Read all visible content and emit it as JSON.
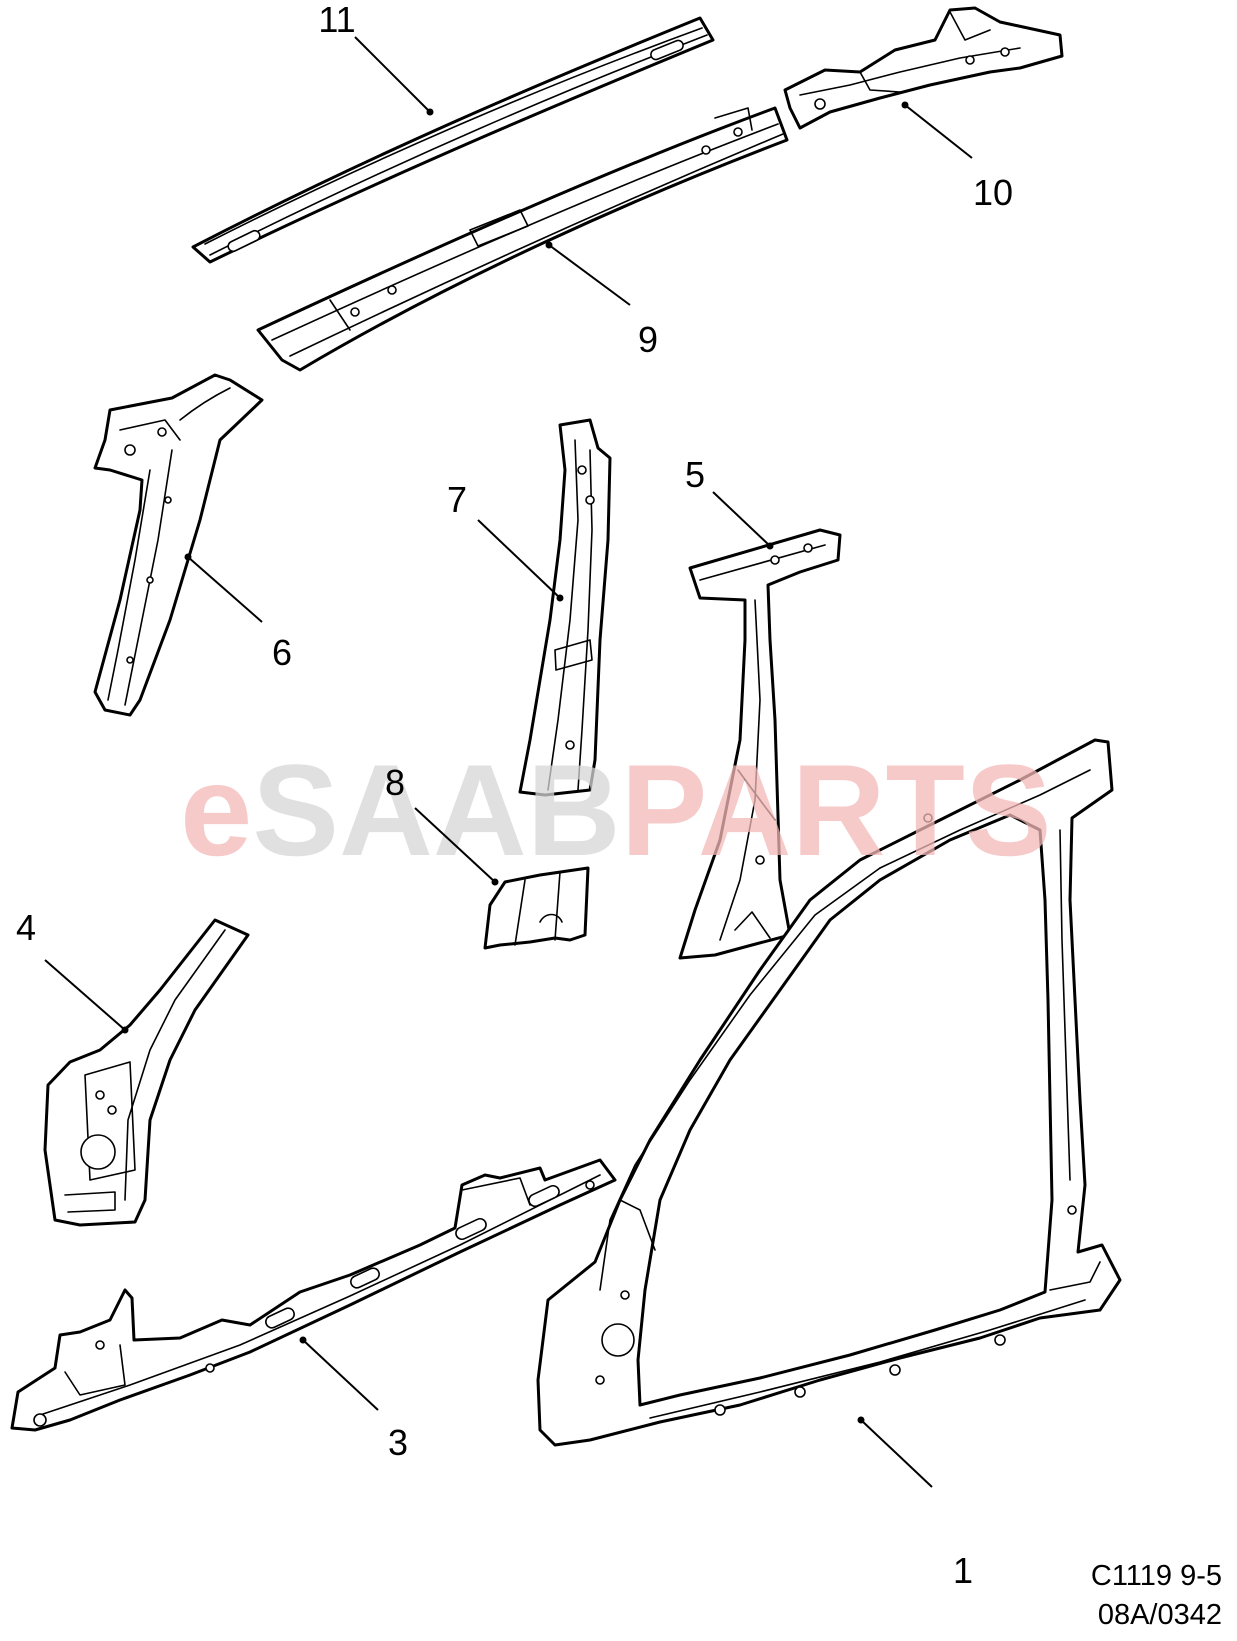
{
  "diagram": {
    "watermark": {
      "prefix": "e",
      "brand": "SAAB",
      "suffix": "PARTS"
    },
    "callouts": [
      "11",
      "10",
      "9",
      "7",
      "5",
      "6",
      "8",
      "4",
      "3",
      "1"
    ],
    "code_line_1": "C1119 9-5",
    "code_line_2": "08A/0342"
  },
  "colors": {
    "line": "#000000",
    "background": "#ffffff",
    "watermark_red": "#f4b8b8",
    "watermark_grey": "#d6d6d6"
  }
}
